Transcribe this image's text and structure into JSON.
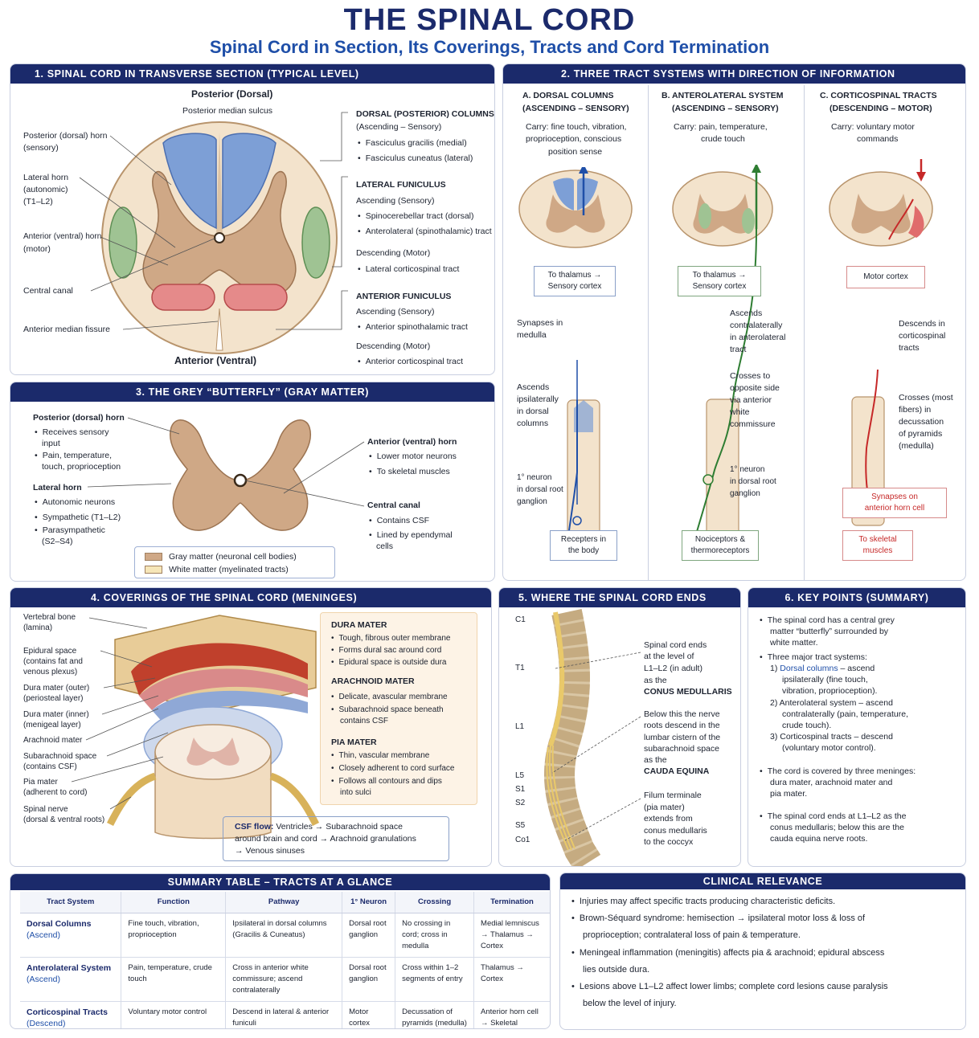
{
  "header": {
    "title": "THE SPINAL CORD",
    "subtitle": "Spinal Cord in Section, Its Coverings, Tracts and Cord Termination"
  },
  "colors": {
    "navy": "#1b2a6b",
    "blue": "#1f4fa8",
    "green": "#2e7d32",
    "red": "#c62828",
    "gray_matter": "#cfa886",
    "white_matter": "#f3e6d2"
  },
  "s1": {
    "heading": "1.  SPINAL CORD IN TRANSVERSE SECTION (TYPICAL LEVEL)",
    "posterior": "Posterior (Dorsal)",
    "median_sulcus": "Posterior median sulcus",
    "anterior": "Anterior (Ventral)",
    "left_labels": [
      "Posterior (dorsal) horn",
      "(sensory)",
      "Lateral horn",
      "(autonomic)",
      "(T1–L2)",
      "Anterior (ventral) horn",
      "(motor)",
      "Central canal",
      "Anterior median fissure"
    ],
    "dorsal_title": "DORSAL (POSTERIOR) COLUMNS",
    "dorsal_sub": "(Ascending – Sensory)",
    "dorsal_items": [
      "Fasciculus gracilis (medial)",
      "Fasciculus cuneatus (lateral)"
    ],
    "lateral_title": "LATERAL FUNICULUS",
    "lateral_asc": "Ascending (Sensory)",
    "lateral_asc_items": [
      "Spinocerebellar tract (dorsal)",
      "Anterolateral (spinothalamic) tract"
    ],
    "lateral_desc": "Descending (Motor)",
    "lateral_desc_items": [
      "Lateral corticospinal tract"
    ],
    "anterior_title": "ANTERIOR FUNICULUS",
    "anterior_asc": "Ascending (Sensory)",
    "anterior_asc_items": [
      "Anterior spinothalamic tract"
    ],
    "anterior_desc": "Descending (Motor)",
    "anterior_desc_items": [
      "Anterior corticospinal tract"
    ]
  },
  "s2": {
    "heading": "2.  THREE TRACT SYSTEMS WITH DIRECTION OF INFORMATION",
    "a_title": "A.  DORSAL COLUMNS",
    "a_sub": "(ASCENDING – SENSORY)",
    "a_carry": [
      "Carry: fine touch, vibration,",
      "proprioception, conscious",
      "position sense"
    ],
    "a_top": [
      "To thalamus →",
      "Sensory cortex"
    ],
    "a_labels": [
      "Synapses in",
      "medulla",
      "Ascends",
      "ipsilaterally",
      "in dorsal",
      "columns",
      "1° neuron",
      "in dorsal root",
      "ganglion"
    ],
    "a_bottom": [
      "Recepters in",
      "the body"
    ],
    "b_title": "B.  ANTEROLATERAL SYSTEM",
    "b_sub": "(ASCENDING – SENSORY)",
    "b_carry": [
      "Carry: pain, temperature,",
      "crude touch"
    ],
    "b_top": [
      "To thalamus →",
      "Sensory cortex"
    ],
    "b_labels": [
      "Ascends",
      "contralaterally",
      "in anterolateral",
      "tract",
      "Crosses to",
      "opposite side",
      "via anterior",
      "white",
      "commissure",
      "1° neuron",
      "in dorsal root",
      "ganglion"
    ],
    "b_bottom": [
      "Nociceptors &",
      "thermoreceptors"
    ],
    "c_title": "C.  CORTICOSPINAL TRACTS",
    "c_sub": "(DESCENDING – MOTOR)",
    "c_carry": [
      "Carry: voluntary motor",
      "commands"
    ],
    "c_top": [
      "Motor cortex"
    ],
    "c_labels": [
      "Descends in",
      "corticospinal",
      "tracts",
      "Crosses (most",
      "fibers) in",
      "decussation",
      "of pyramids",
      "(medulla)"
    ],
    "c_synapse": [
      "Synapses on",
      "anterior horn cell"
    ],
    "c_bottom": [
      "To skeletal",
      "muscles"
    ]
  },
  "s3": {
    "heading": "3.  THE GREY “BUTTERFLY” (GRAY MATTER)",
    "post_title": "Posterior (dorsal) horn",
    "post_items": [
      "Receives sensory",
      "input",
      "Pain, temperature,",
      "touch, proprioception"
    ],
    "lat_title": "Lateral horn",
    "lat_items": [
      "Autonomic neurons",
      "Sympathetic (T1–L2)",
      "Parasympathetic",
      "(S2–S4)"
    ],
    "ant_title": "Anterior (ventral) horn",
    "ant_items": [
      "Lower motor neurons",
      "To skeletal muscles"
    ],
    "canal_title": "Central canal",
    "canal_items": [
      "Contains CSF",
      "Lined by ependymal",
      "cells"
    ],
    "legend_gray": "Gray matter (neuronal cell bodies)",
    "legend_white": "White matter (myelinated tracts)"
  },
  "s4": {
    "heading": "4.  COVERINGS OF THE SPINAL CORD (MENINGES)",
    "left_labels": [
      "Vertebral bone",
      "(lamina)",
      "Epidural space",
      "(contains fat and",
      "venous plexus)",
      "Dura mater (outer)",
      "(periosteal layer)",
      "Dura mater (inner)",
      "(menigeal layer)",
      "Arachnoid mater",
      "Subarachnoid space",
      "(contains CSF)",
      "Pia mater",
      "(adherent to cord)",
      "Spinal nerve",
      "(dorsal & ventral roots)"
    ],
    "dura_title": "DURA MATER",
    "dura_items": [
      "Tough, fibrous outer membrane",
      "Forms dural sac around cord",
      "Epidural space is outside dura"
    ],
    "arach_title": "ARACHNOID MATER",
    "arach_items": [
      "Delicate, avascular membrane",
      "Subarachnoid space beneath",
      "contains CSF"
    ],
    "pia_title": "PIA MATER",
    "pia_items": [
      "Thin, vascular membrane",
      "Closely adherent to cord surface",
      "Follows all contours and dips",
      "into sulci"
    ],
    "csf_label": "CSF flow:",
    "csf_lines": [
      "Ventricles → Subarachnoid space",
      "around brain and cord → Arachnoid granulations",
      "→ Venous sinuses"
    ]
  },
  "s5": {
    "heading": "5.  WHERE THE SPINAL CORD ENDS",
    "levels": [
      "C1",
      "T1",
      "L1",
      "L5",
      "S1",
      "S2",
      "S5",
      "Co1"
    ],
    "note1": [
      "Spinal cord ends",
      "at the level of",
      "L1–L2 (in adult)",
      "as the"
    ],
    "note1_key": "CONUS MEDULLARIS",
    "note2": [
      "Below this the nerve",
      "roots descend in the",
      "lumbar cistern of the",
      "subarachnoid space",
      "as the"
    ],
    "note2_key": "CAUDA EQUINA",
    "note3": [
      "Filum terminale",
      "(pia mater)",
      "extends from",
      "conus medullaris",
      "to the coccyx"
    ]
  },
  "s6": {
    "heading": "6.  KEY POINTS (SUMMARY)",
    "p1": [
      "The spinal cord has a central grey",
      "matter “butterfly” surrounded by",
      "white matter."
    ],
    "p2": "Three major tract systems:",
    "p2_1a": "1)",
    "p2_1key": "Dorsal columns",
    "p2_1b": "– ascend",
    "p2_1c": [
      "ipsilaterally (fine touch,",
      "vibration, proprioception)."
    ],
    "p2_2": [
      "2)  Anterolateral system – ascend",
      "contralaterally (pain, temperature,",
      "crude touch)."
    ],
    "p2_3": [
      "3)  Corticospinal tracts – descend",
      "(voluntary motor control)."
    ],
    "p3": [
      "The cord is covered by three meninges:",
      "dura mater, arachnoid mater and",
      "pia mater."
    ],
    "p4": [
      "The spinal cord ends at L1–L2 as the",
      "conus medullaris; below this are the",
      "cauda equina nerve roots."
    ]
  },
  "summary": {
    "heading": "SUMMARY TABLE – TRACTS AT A GLANCE",
    "columns": [
      "Tract System",
      "Function",
      "Pathway",
      "1° Neuron",
      "Crossing",
      "Termination"
    ],
    "rows": [
      {
        "system": "Dorsal Columns",
        "dir": "(Ascend)",
        "function": "Fine touch, vibration, proprioception",
        "pathway": "Ipsilateral in dorsal columns (Gracilis & Cuneatus)",
        "neuron": "Dorsal root ganglion",
        "crossing": "No crossing in cord; cross in medulla",
        "termination": "Medial lemniscus → Thalamus → Cortex"
      },
      {
        "system": "Anterolateral System",
        "dir": "(Ascend)",
        "function": "Pain, temperature, crude touch",
        "pathway": "Cross in anterior white commissure; ascend contralaterally",
        "neuron": "Dorsal root ganglion",
        "crossing": "Cross within 1–2 segments of entry",
        "termination": "Thalamus → Cortex"
      },
      {
        "system": "Corticospinal Tracts",
        "dir": "(Descend)",
        "function": "Voluntary motor control",
        "pathway": "Descend in lateral & anterior funiculi",
        "neuron": "Motor cortex (pyramidal cells)",
        "crossing": "Decussation of pyramids (medulla)",
        "termination": "Anterior horn cell → Skeletal muscle"
      }
    ]
  },
  "clinical": {
    "heading": "CLINICAL RELEVANCE",
    "items": [
      [
        "Injuries may affect specific tracts producing characteristic deficits."
      ],
      [
        "Brown-Séquard syndrome: hemisection → ipsilateral motor loss & loss of",
        "proprioception; contralateral loss of pain & temperature."
      ],
      [
        "Meningeal inflammation (meningitis) affects pia & arachnoid; epidural abscess",
        "lies outside dura."
      ],
      [
        "Lesions above L1–L2 affect lower limbs; complete cord lesions cause paralysis",
        "below the level of injury."
      ]
    ]
  }
}
